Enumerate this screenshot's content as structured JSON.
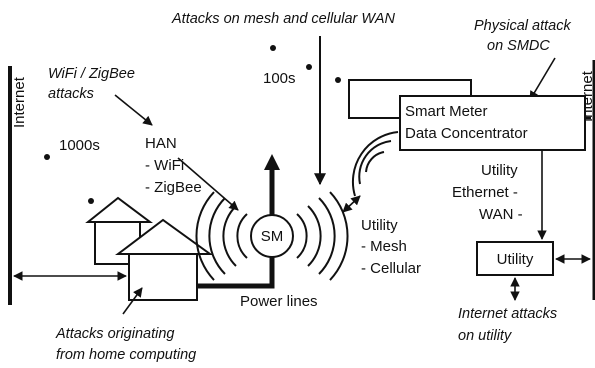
{
  "labels": {
    "top_attack": "Attacks on mesh and cellular WAN",
    "physical_attack_1": "Physical attack",
    "physical_attack_2": "on SMDC",
    "internet_left": "Internet",
    "internet_right": "Internet",
    "wifi_attack_1": "WiFi / ZigBee",
    "wifi_attack_2": "attacks",
    "count_100s": "100s",
    "count_1000s": "1000s",
    "han_title": "HAN",
    "han_wifi": "- WiFi",
    "han_zigbee": "- ZigBee",
    "smdc_1": "Smart Meter",
    "smdc_2": "Data Concentrator",
    "utility_wan_1": "Utility",
    "utility_wan_2": "Ethernet -",
    "utility_wan_3": "WAN -",
    "sm": "SM",
    "utility_mesh_1": "Utility",
    "utility_mesh_2": "- Mesh",
    "utility_mesh_3": "- Cellular",
    "utility_box": "Utility",
    "power_lines": "Power lines",
    "internet_attack_1": "Internet attacks",
    "internet_attack_2": "on utility",
    "home_attack_1": "Attacks originating",
    "home_attack_2": "from home computing"
  }
}
